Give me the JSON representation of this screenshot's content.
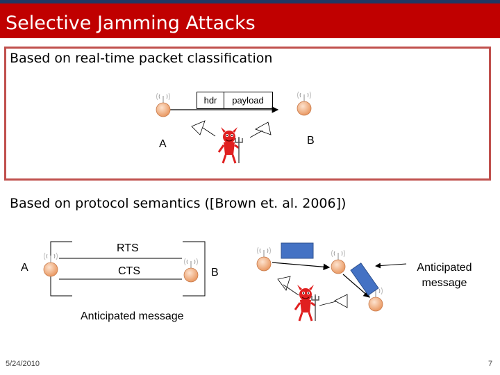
{
  "slide": {
    "title": "Selective Jamming Attacks",
    "section1_heading": "Based on real-time packet classification",
    "section2_heading": "Based on protocol semantics ([Brown et. al. 2006])"
  },
  "packet": {
    "hdr": "hdr",
    "payload": "payload"
  },
  "top_diagram": {
    "node_a": "A",
    "node_b": "B"
  },
  "bottom_diagram": {
    "node_a": "A",
    "node_b": "B",
    "rts": "RTS",
    "cts": "CTS",
    "anticipated_left": "Anticipated message",
    "anticipated_right": "Anticipated message"
  },
  "footer": {
    "date": "5/24/2010",
    "page": "7"
  },
  "colors": {
    "title_bar": "#c00000",
    "top_line": "#1f3864",
    "box_border": "#c0504d",
    "node": "#f4b183",
    "rect": "#4472c4",
    "devil": "#e02020"
  },
  "icons": [
    "sensor-node-icon",
    "antenna-icon",
    "devil-jammer-icon",
    "signal-cone-icon"
  ]
}
